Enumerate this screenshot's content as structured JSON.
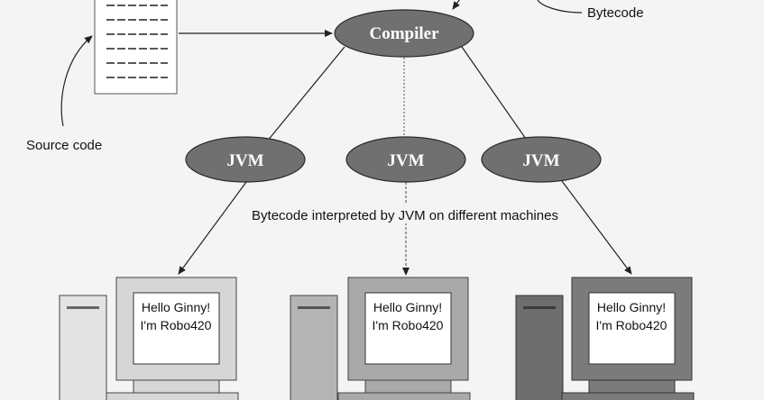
{
  "labels": {
    "bytecode": "Bytecode",
    "source_code": "Source code",
    "compiler": "Compiler",
    "interpreted_caption": "Bytecode interpreted by JVM on different machines"
  },
  "jvms": [
    {
      "label": "JVM"
    },
    {
      "label": "JVM"
    },
    {
      "label": "JVM"
    }
  ],
  "machines": [
    {
      "line1": "Hello Ginny!",
      "line2": "I'm Robo420",
      "shade": "light",
      "colors": {
        "body": "#d6d6d6",
        "tower": "#e3e3e3"
      }
    },
    {
      "line1": "Hello Ginny!",
      "line2": "I'm Robo420",
      "shade": "medium",
      "colors": {
        "body": "#a9a9a9",
        "tower": "#b4b4b4"
      }
    },
    {
      "line1": "Hello Ginny!",
      "line2": "I'm Robo420",
      "shade": "dark",
      "colors": {
        "body": "#7b7b7b",
        "tower": "#6e6e6e"
      }
    }
  ],
  "colors": {
    "ellipse_fill": "#707070",
    "ellipse_stroke": "#2a2a2a",
    "line": "#222222",
    "background": "#f4f4f4"
  }
}
